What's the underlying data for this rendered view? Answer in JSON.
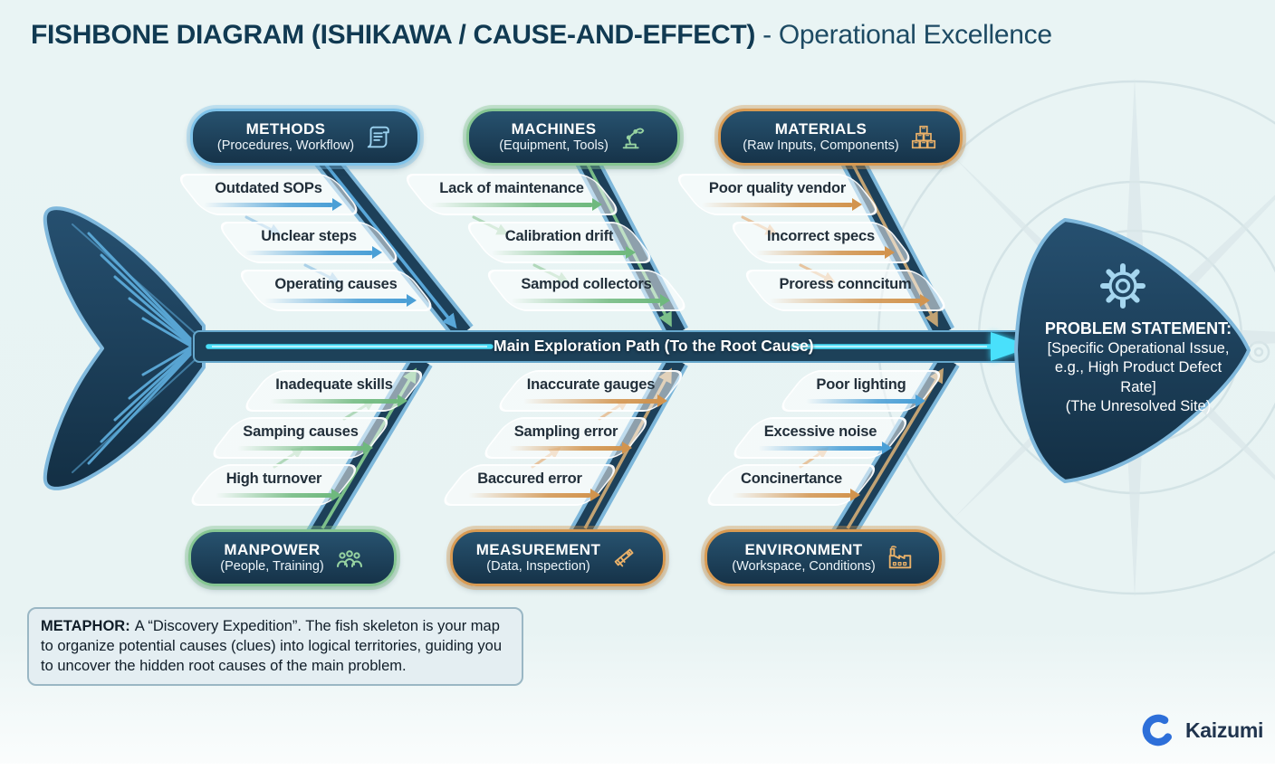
{
  "title": {
    "main": "FISHBONE DIAGRAM (ISHIKAWA / CAUSE-AND-EFFECT)",
    "suffix": " - Operational Excellence"
  },
  "spine": {
    "label": "Main Exploration Path (To the Root Cause)"
  },
  "categories": {
    "methods": {
      "name": "METHODS",
      "subtitle": "(Procedures, Workflow)",
      "icon": "scroll-icon",
      "accent": "#7fc3ea"
    },
    "machines": {
      "name": "MACHINES",
      "subtitle": "(Equipment, Tools)",
      "icon": "robot-arm-icon",
      "accent": "#86c692"
    },
    "materials": {
      "name": "MATERIALS",
      "subtitle": "(Raw Inputs, Components)",
      "icon": "crates-icon",
      "accent": "#d89a52"
    },
    "manpower": {
      "name": "MANPOWER",
      "subtitle": "(People, Training)",
      "icon": "people-icon",
      "accent": "#86c692"
    },
    "measurement": {
      "name": "MEASUREMENT",
      "subtitle": "(Data, Inspection)",
      "icon": "caliper-icon",
      "accent": "#d89a52"
    },
    "environment": {
      "name": "ENVIRONMENT",
      "subtitle": "(Workspace, Conditions)",
      "icon": "factory-icon",
      "accent": "#d89a52"
    }
  },
  "causes": {
    "methods": [
      "Outdated SOPs",
      "Unclear steps",
      "Operating causes"
    ],
    "machines": [
      "Lack of maintenance",
      "Calibration drift",
      "Sampod collectors"
    ],
    "materials": [
      "Poor quality vendor",
      "Incorrect specs",
      "Proress conncitum"
    ],
    "manpower": [
      "Inadequate skills",
      "Samping causes",
      "High turnover"
    ],
    "measurement": [
      "Inaccurate gauges",
      "Sampling error",
      "Baccured error"
    ],
    "environment": [
      "Poor lighting",
      "Excessive noise",
      "Concinertance"
    ]
  },
  "problem": {
    "heading": "PROBLEM STATEMENT:",
    "body": "[Specific Operational Issue, e.g., High Product Defect Rate]",
    "note": "(The Unresolved Site)"
  },
  "metaphor": {
    "label": "METAPHOR:",
    "text": "A “Discovery Expedition”. The fish skeleton is your map to organize potential causes (clues) into logical territories, guiding you to uncover the hidden root causes of the main problem."
  },
  "brand": {
    "name": "Kaizumi"
  },
  "colors": {
    "background": "#e9f4f4",
    "navy": "#1c3e59",
    "spine_glow": "#2fd4f8",
    "blue_arrow": "#4a9fd6",
    "green_arrow": "#6fb97e",
    "orange_arrow": "#d2944e"
  }
}
